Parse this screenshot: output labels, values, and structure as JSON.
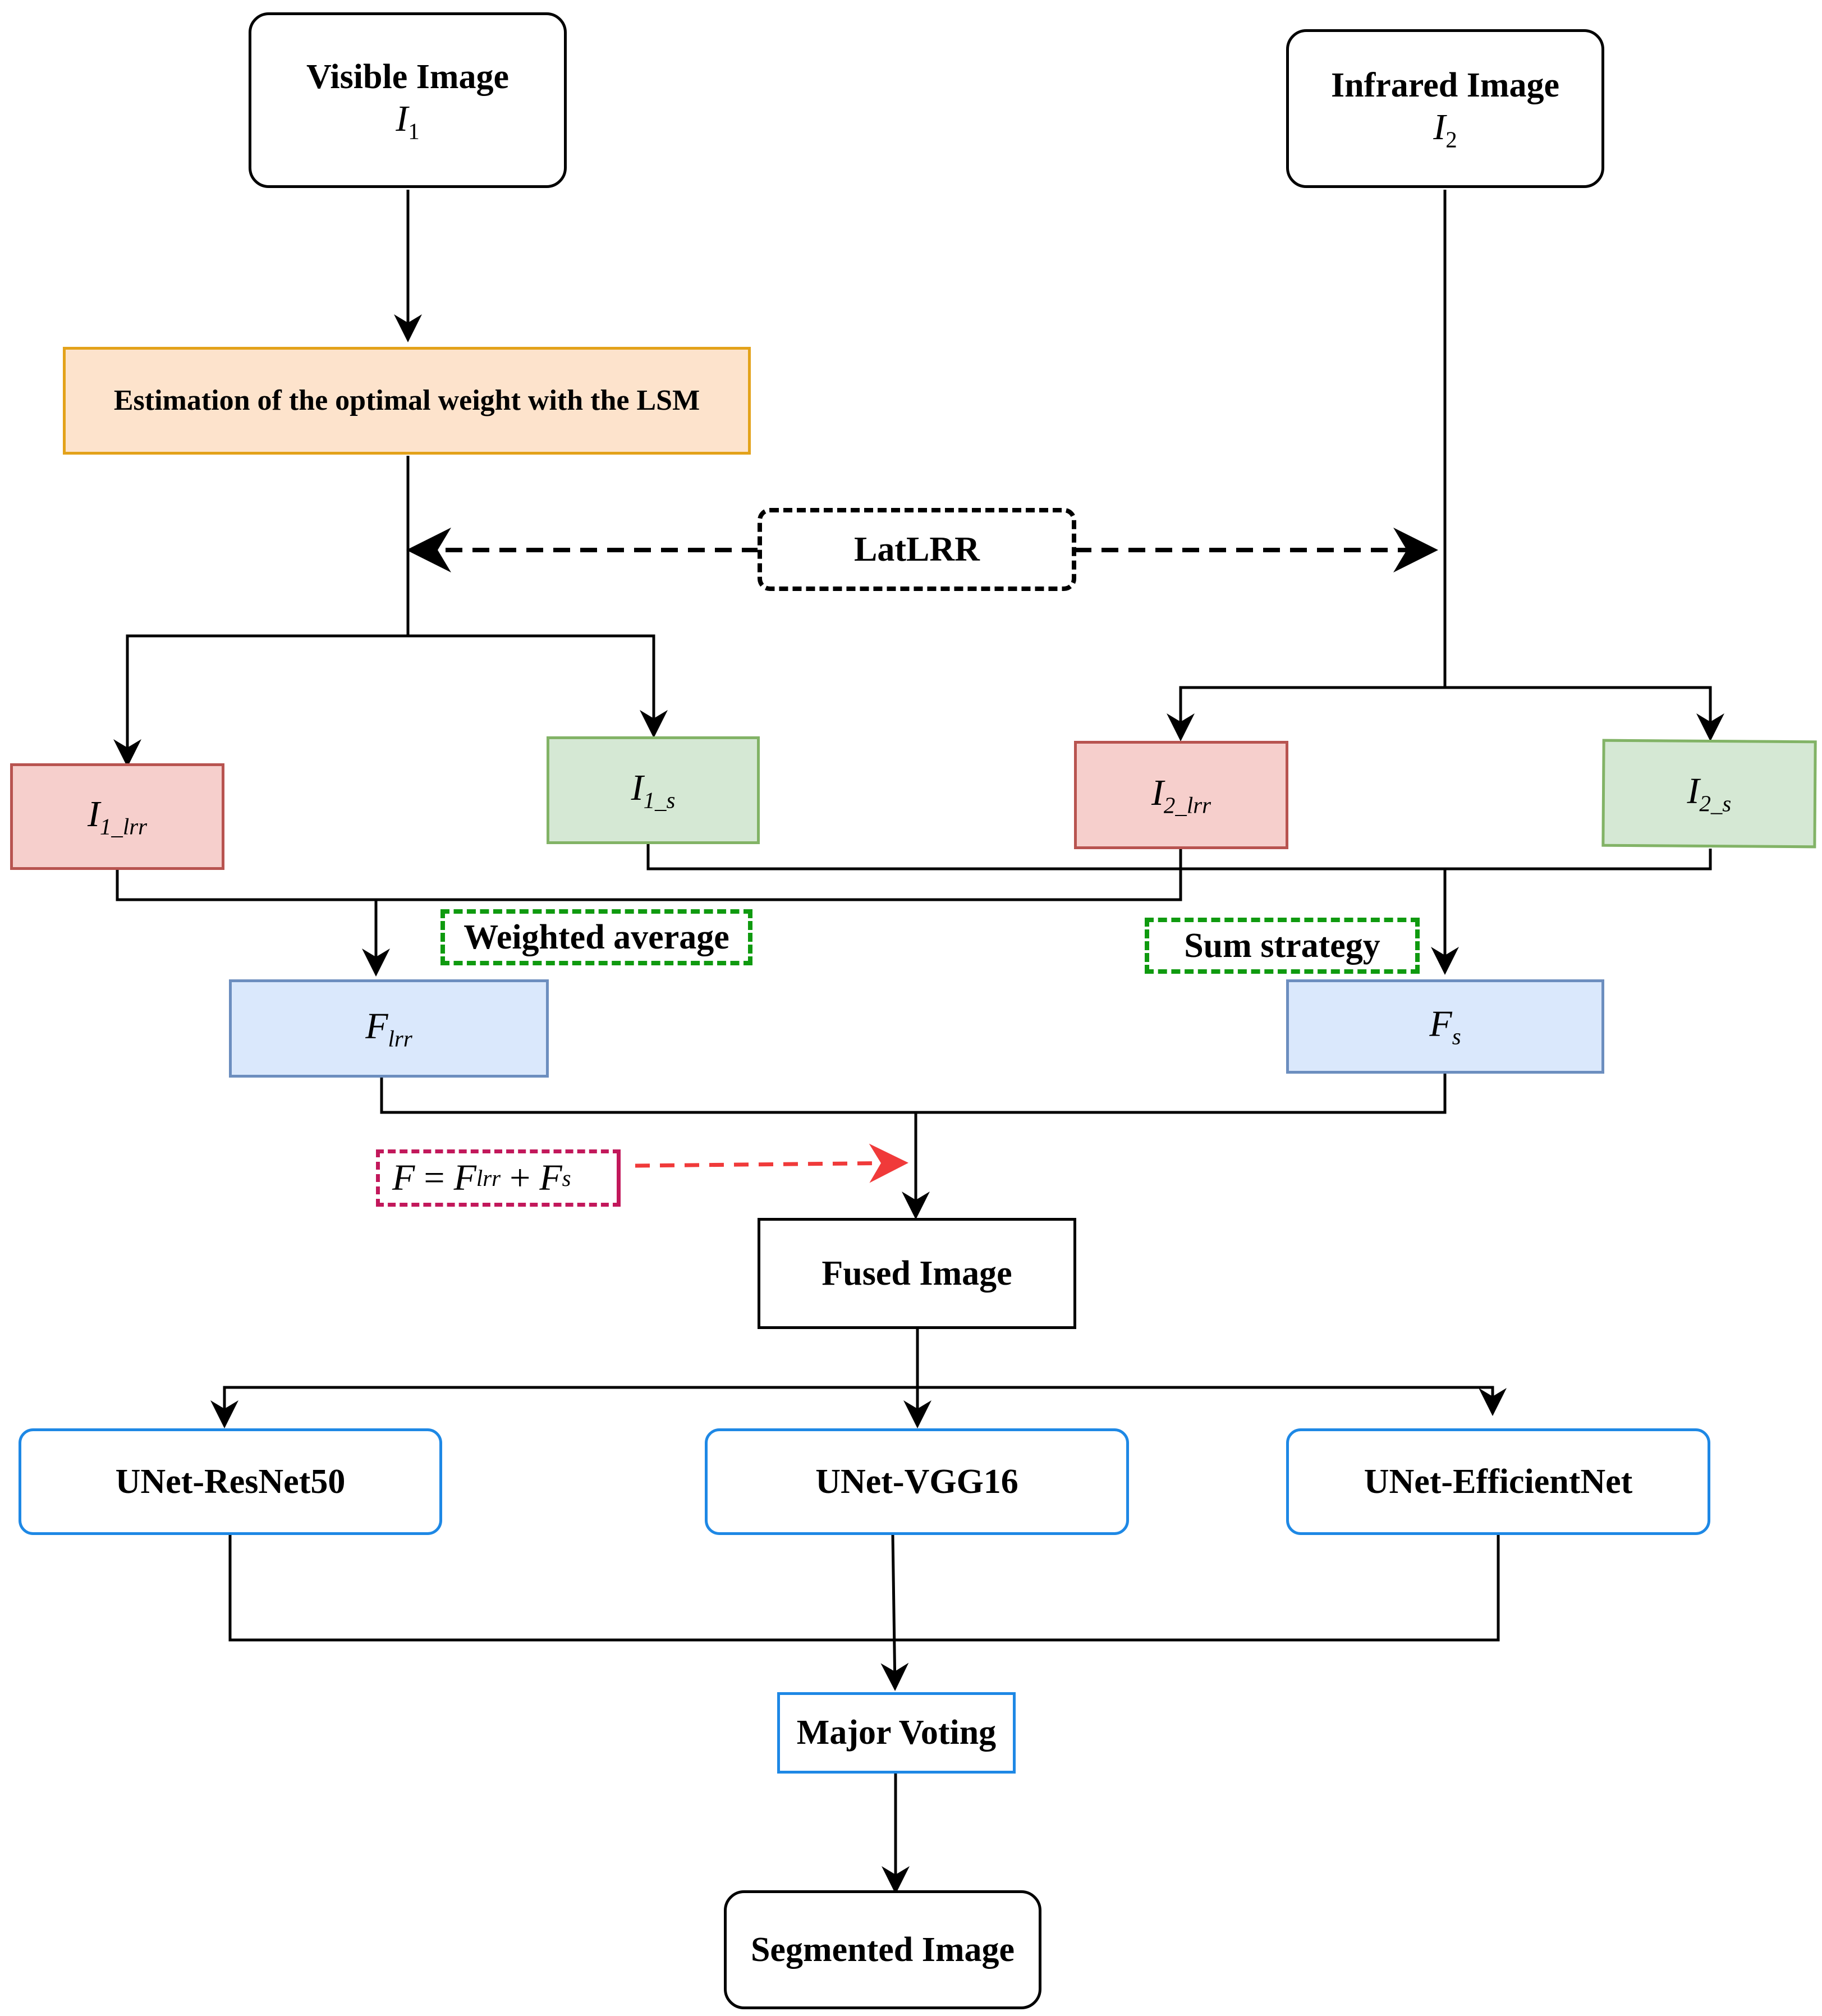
{
  "inputs": {
    "visible": {
      "label": "Visible Image",
      "symbol": "I",
      "index": "1"
    },
    "infrared": {
      "label": "Infrared Image",
      "symbol": "I",
      "index": "2"
    }
  },
  "lsm": {
    "label": "Estimation of the optimal weight with the LSM"
  },
  "latlrr": {
    "label": "LatLRR"
  },
  "components": {
    "i1_lrr": {
      "symbol": "I",
      "sub": "1_lrr"
    },
    "i1_s": {
      "symbol": "I",
      "sub": "1_s"
    },
    "i2_lrr": {
      "symbol": "I",
      "sub": "2_lrr"
    },
    "i2_s": {
      "symbol": "I",
      "sub": "2_s"
    }
  },
  "strategies": {
    "weighted": "Weighted average",
    "sum": "Sum strategy"
  },
  "fused_parts": {
    "f_lrr": {
      "symbol": "F",
      "sub": "lrr"
    },
    "f_s": {
      "symbol": "F",
      "sub": "s"
    }
  },
  "formula": {
    "lhs": "F",
    "eq": "=",
    "t1": "F",
    "t1_sub": "lrr",
    "plus": "+",
    "t2": "F",
    "t2_sub": "s"
  },
  "fused": {
    "label": "Fused Image"
  },
  "models": {
    "resnet": "UNet-ResNet50",
    "vgg": "UNet-VGG16",
    "efficient": "UNet-EfficientNet"
  },
  "voting": {
    "label": "Major Voting"
  },
  "output": {
    "label": "Segmented Image"
  },
  "colors": {
    "arrow": "#000000",
    "formula_arrow": "#f03a3a",
    "strategy_border": "#0f9a0f",
    "formula_border": "#c2185b"
  }
}
